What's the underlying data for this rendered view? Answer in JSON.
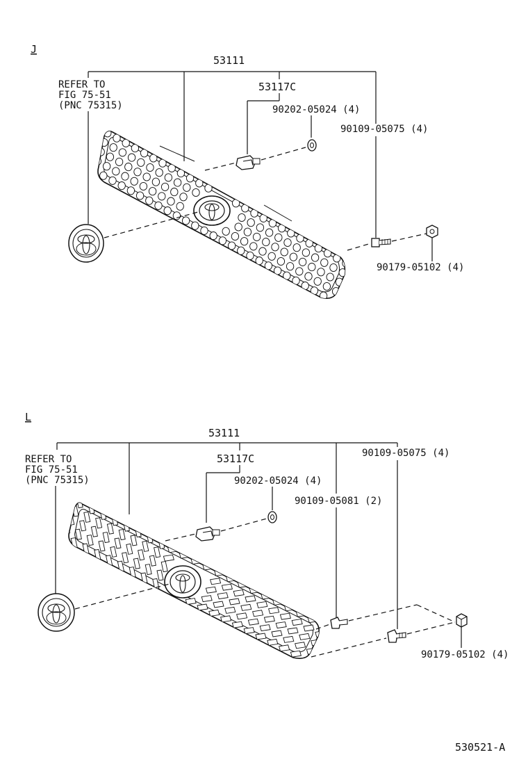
{
  "sections": [
    {
      "code": "J",
      "grille_type": "honeycomb",
      "labels": {
        "grille_assy": "53111",
        "bracket": "53117C",
        "clip_nut": "90202-05024 (4)",
        "screw": "90109-05075 (4)",
        "nut": "90179-05102 (4)",
        "refer_line1": "REFER TO",
        "refer_line2": "FIG 75-51",
        "refer_line3": "(PNC 75315)"
      }
    },
    {
      "code": "L",
      "grille_type": "slats",
      "labels": {
        "grille_assy": "53111",
        "bracket": "53117C",
        "clip_nut": "90202-05024 (4)",
        "screw": "90109-05075 (4)",
        "screw2": "90109-05081 (2)",
        "nut": "90179-05102 (4)",
        "refer_line1": "REFER TO",
        "refer_line2": "FIG 75-51",
        "refer_line3": "(PNC 75315)"
      }
    }
  ],
  "figure_code": "530521-A",
  "icons": [
    "toyota-emblem-icon",
    "clip-icon",
    "washer-icon",
    "screw-icon",
    "nut-icon"
  ]
}
